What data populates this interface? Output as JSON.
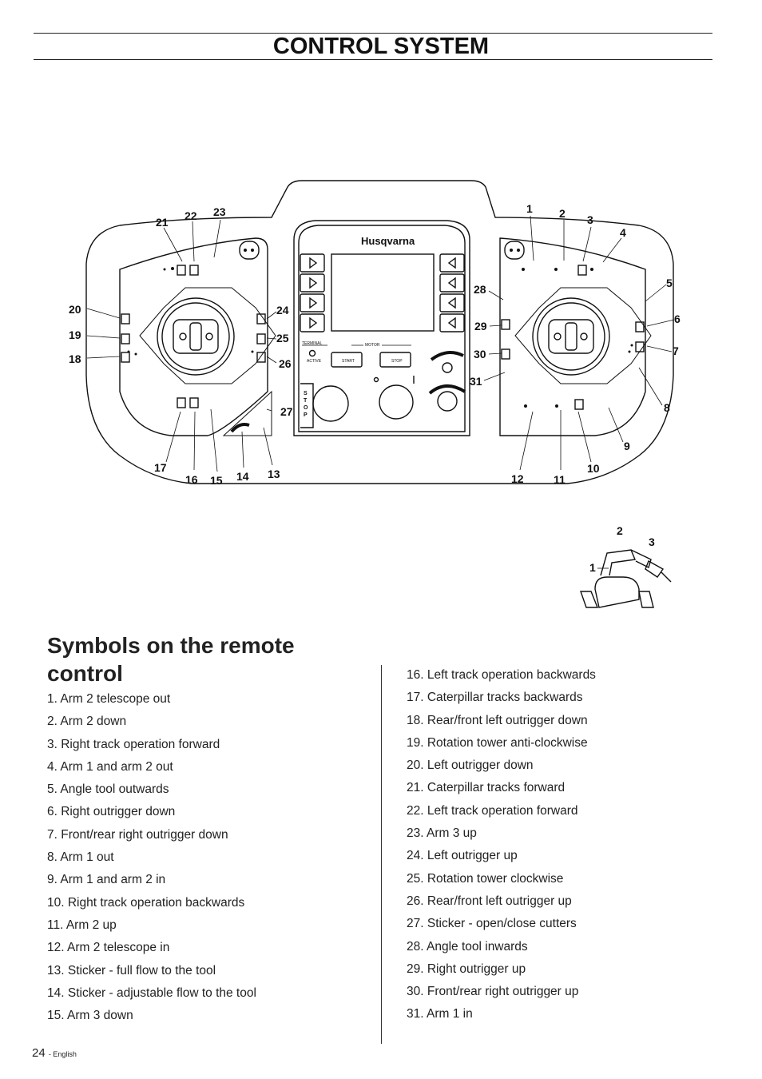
{
  "page_title": "CONTROL SYSTEM",
  "section_heading": "Symbols on the remote control",
  "brand": "Husqvarna",
  "panel_labels": {
    "terminal": "TERMINAL",
    "active": "ACTIVE",
    "motor": "MOTOR",
    "start": "START",
    "stop_button": "STOP",
    "stop_vertical": [
      "S",
      "T",
      "O",
      "P"
    ]
  },
  "callouts": [
    "1",
    "2",
    "3",
    "4",
    "5",
    "6",
    "7",
    "8",
    "9",
    "10",
    "11",
    "12",
    "13",
    "14",
    "15",
    "16",
    "17",
    "18",
    "19",
    "20",
    "21",
    "22",
    "23",
    "24",
    "25",
    "26",
    "27",
    "28",
    "29",
    "30",
    "31"
  ],
  "small_diagram_labels": [
    "1",
    "2",
    "3"
  ],
  "symbols_left": [
    "1. Arm 2 telescope out",
    "2. Arm 2 down",
    "3. Right track operation forward",
    "4. Arm 1 and arm 2 out",
    "5. Angle tool outwards",
    "6. Right outrigger down",
    "7. Front/rear right outrigger down",
    "8. Arm 1 out",
    "9. Arm 1 and arm 2 in",
    "10. Right track operation backwards",
    "11. Arm 2 up",
    "12. Arm 2 telescope in",
    "13. Sticker - full flow to the tool",
    "14. Sticker - adjustable flow to the tool",
    "15. Arm 3 down"
  ],
  "symbols_right": [
    "16. Left track operation backwards",
    "17. Caterpillar tracks backwards",
    "18. Rear/front left outrigger down",
    "19. Rotation tower anti-clockwise",
    "20. Left outrigger down",
    "21. Caterpillar tracks forward",
    "22. Left track operation forward",
    "23. Arm 3 up",
    "24. Left outrigger up",
    "25. Rotation tower clockwise",
    "26. Rear/front left outrigger up",
    "27. Sticker - open/close cutters",
    "28. Angle tool inwards",
    "29. Right outrigger up",
    "30. Front/rear right outrigger up",
    "31. Arm 1 in"
  ],
  "footer": {
    "page_number": "24",
    "language": "- English"
  }
}
